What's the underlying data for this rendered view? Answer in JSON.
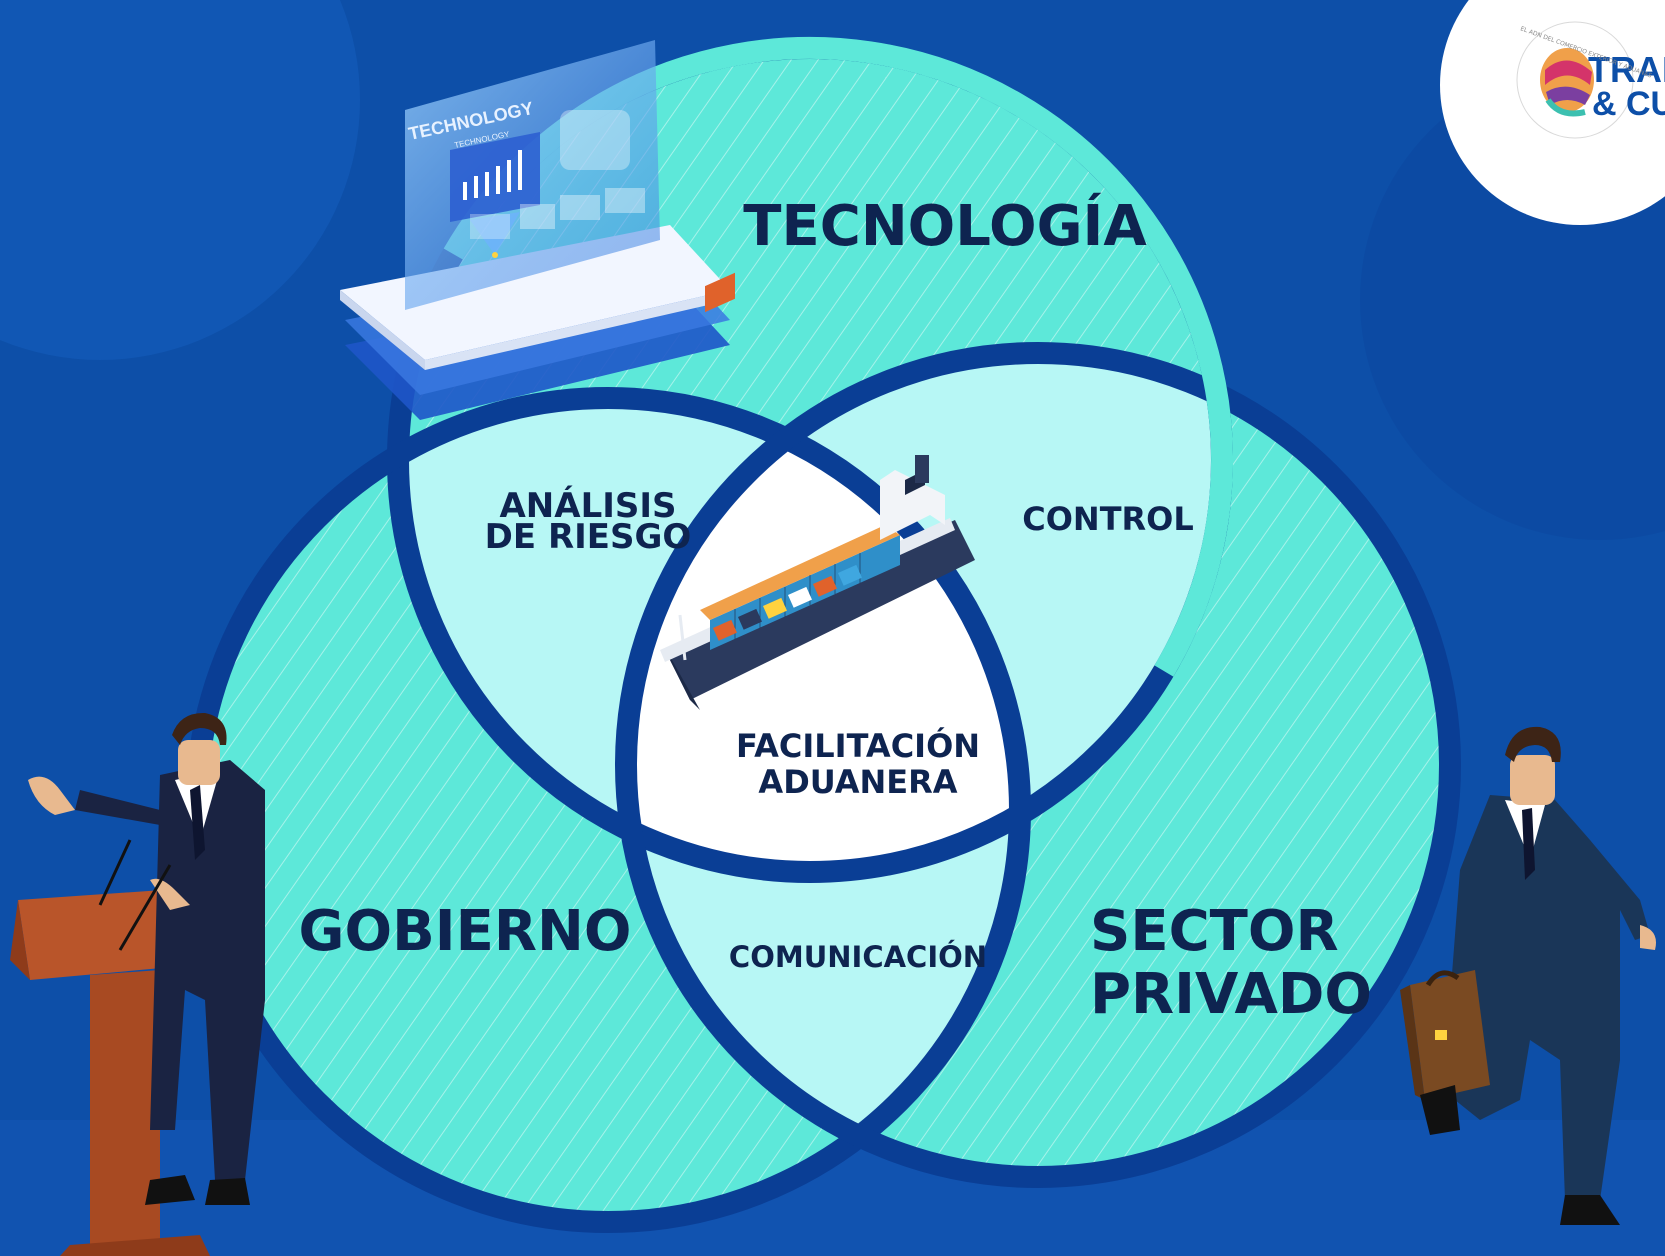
{
  "colors": {
    "background": "#0d4fa8",
    "circle_fill": "#5de8d9",
    "circle_stroke": "#0a3e95",
    "pair_overlap": "#b7f7f5",
    "center": "#ffffff",
    "text": "#0e2450"
  },
  "diagram": {
    "circles": [
      {
        "label": "TECNOLOGÍA"
      },
      {
        "label": "GOBIERNO"
      },
      {
        "label_lines": [
          "SECTOR",
          "PRIVADO"
        ]
      }
    ],
    "overlaps": {
      "tecnologia_gobierno": [
        "ANÁLISIS",
        "DE RIESGO"
      ],
      "tecnologia_sector": "CONTROL",
      "gobierno_sector": "COMUNICACIÓN",
      "center": [
        "FACILITACIÓN",
        "ADUANERA"
      ]
    }
  },
  "screen_panel": {
    "title": "TECHNOLOGY",
    "subtitle": "TECHNOLOGY"
  },
  "logo": {
    "line1": "TRAD",
    "line2": "& CU",
    "ring_text": "EL ADN DEL COMERCIO EXTERIOR Y ADUANAS"
  },
  "icons": [
    "hologram-screen-icon",
    "cargo-ship-icon",
    "speaker-at-podium-icon",
    "businessman-with-briefcase-icon",
    "trade-logo-icon"
  ]
}
